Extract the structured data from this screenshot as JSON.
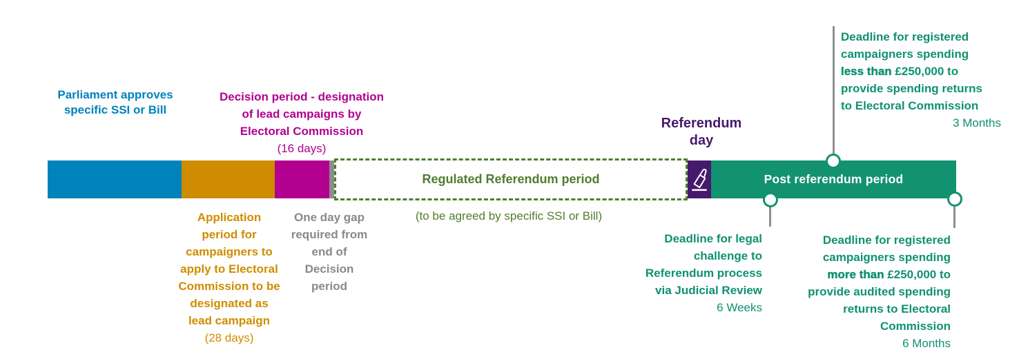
{
  "title": "Referendum process timeline",
  "palette": {
    "blue": "#0082ba",
    "orange": "#cf8c00",
    "magenta": "#b20090",
    "gap_gray": "#8c8c8c",
    "olive_green": "#4f7d2d",
    "purple": "#451a6b",
    "teal": "#12926f",
    "text_gray": "#88898b",
    "connector_gray": "#8f8f8f"
  },
  "bar": {
    "segments": [
      {
        "id": "parliament",
        "color": "#0082ba"
      },
      {
        "id": "application-period",
        "color": "#cf8c00"
      },
      {
        "id": "decision-period",
        "color": "#b20090"
      },
      {
        "id": "one-day-gap",
        "color": "#8c8c8c"
      },
      {
        "id": "regulated-period",
        "style": "dashed-outline",
        "color": "#4f7d2d",
        "label": "Regulated Referendum period"
      },
      {
        "id": "referendum-day",
        "color": "#451a6b",
        "icon": "ballot-box-icon"
      },
      {
        "id": "post-referendum",
        "color": "#12926f",
        "label": "Post referendum period"
      }
    ]
  },
  "annotations": {
    "parliament": {
      "line1": "Parliament approves",
      "line2": "specific SSI or Bill"
    },
    "decision": {
      "line1": "Decision period - designation",
      "line2": "of lead campaigns by",
      "line3": "Electoral Commission",
      "note": "(16 days)"
    },
    "application": {
      "line1": "Application",
      "line2": "period for",
      "line3": "campaigners to",
      "line4": "apply to Electoral",
      "line5": "Commission to be",
      "line6": "designated as",
      "line7": "lead campaign",
      "note": "(28 days)"
    },
    "one_day_gap": {
      "line1": "One day gap",
      "line2": "required from",
      "line3": "end of",
      "line4": "Decision",
      "line5": "period"
    },
    "regulated_note": "(to be agreed by specific SSI or Bill)",
    "referendum_day": {
      "line1": "Referendum",
      "line2": "day"
    },
    "spending_less": {
      "line1": "Deadline for registered",
      "line2": "campaigners spending",
      "line3_strong": "less than",
      "line3_rest": " £250,000 to",
      "line4": "provide spending returns",
      "line5": "to Electoral Commission",
      "note": "3 Months"
    },
    "legal_challenge": {
      "line1": "Deadline for legal",
      "line2": "challenge to",
      "line3": "Referendum process",
      "line4": "via Judicial Review",
      "note": "6 Weeks"
    },
    "spending_more": {
      "line1": "Deadline for registered",
      "line2": "campaigners spending",
      "line3_strong": "more than",
      "line3_rest": " £250,000 to",
      "line4": "provide audited spending",
      "line5": "returns to Electoral",
      "line6": "Commission",
      "note": "6 Months"
    }
  }
}
